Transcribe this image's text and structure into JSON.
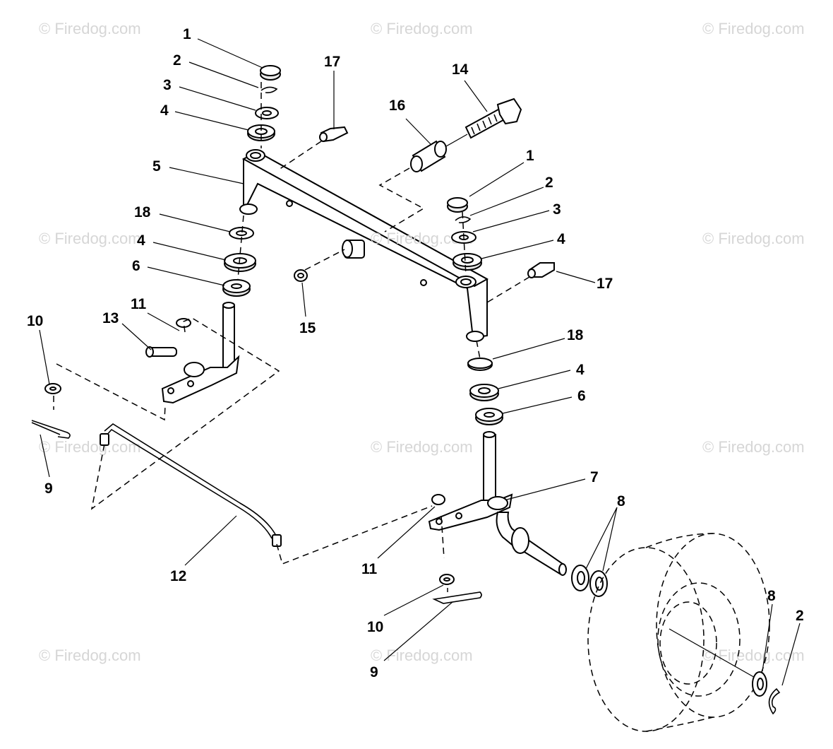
{
  "watermark": "© Firedog.com",
  "callouts": [
    "1",
    "2",
    "3",
    "4",
    "5",
    "18",
    "4",
    "6",
    "17",
    "16",
    "14",
    "1",
    "2",
    "3",
    "4",
    "17",
    "15",
    "10",
    "13",
    "11",
    "9",
    "18",
    "4",
    "6",
    "7",
    "8",
    "12",
    "11",
    "10",
    "9",
    "8",
    "2"
  ]
}
